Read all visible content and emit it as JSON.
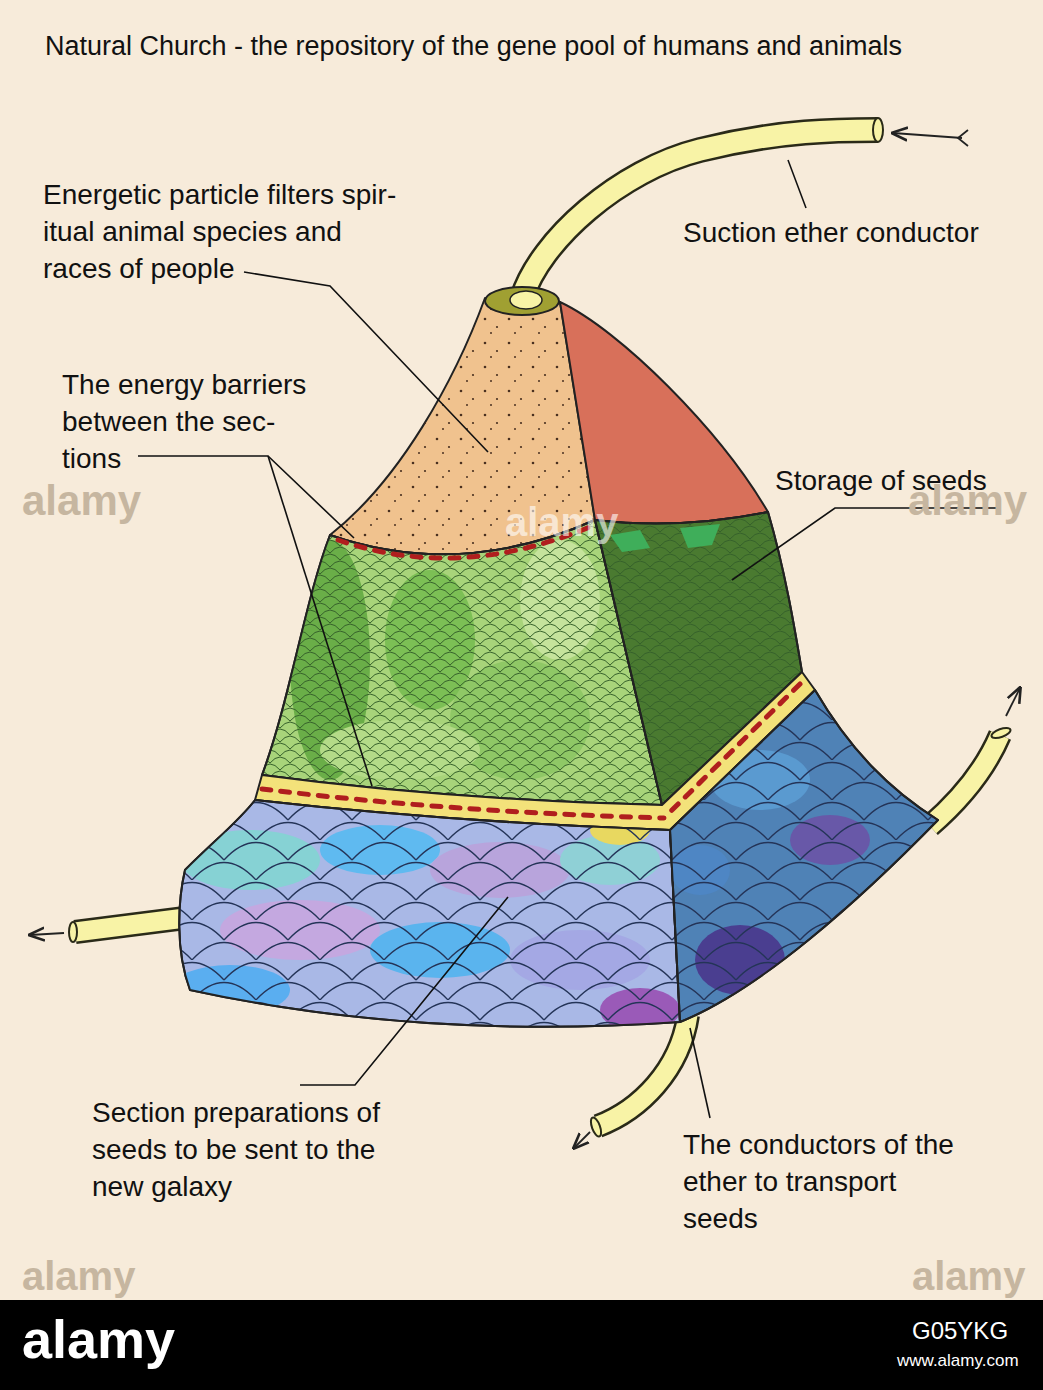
{
  "diagram": {
    "title": "Natural Church - the repository of the gene pool of humans and animals",
    "labels": [
      "Energetic particle filters spir- itual animal species and races of people",
      "Suction ether conductor",
      "The energy barriers between the sec- tions",
      "Storage of seeds",
      "Section preparations of seeds to be sent to the new galaxy",
      "The conductors of the ether to transport seeds",
      "alamy",
      "alamy",
      "alamy",
      "alamy",
      "alamy",
      "alamy",
      "G05YKG",
      "www.alamy.com"
    ]
  }
}
